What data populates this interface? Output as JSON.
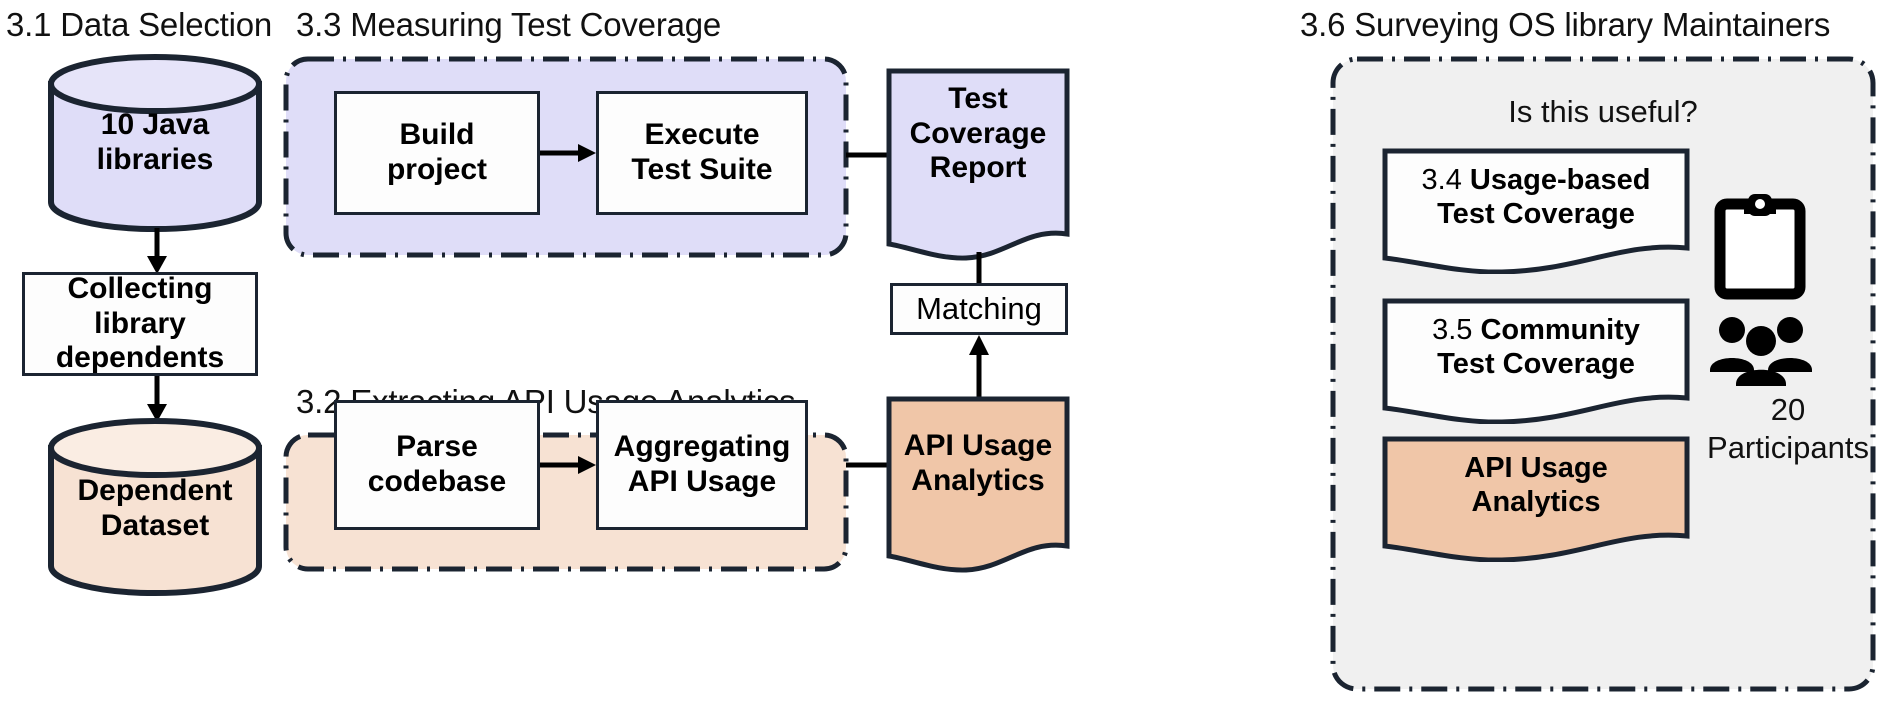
{
  "figure": {
    "type": "methodology-pipeline-diagram",
    "colors": {
      "lavender_fill": "#DFDDF8",
      "peach_fill": "#F7E2D3",
      "orange_fill": "#F0C6A8",
      "grey_panel_fill": "#F0F0F0",
      "stroke_dark": "#1B2431",
      "white_fill": "#FDFDFD",
      "background": "#FFFFFF"
    }
  },
  "sections": {
    "s31": {
      "title": "3.1 Data  Selection"
    },
    "s33": {
      "title": "3.3 Measuring Test Coverage"
    },
    "s32": {
      "title": "3.2 Extracting API Usage Analytics"
    },
    "s36": {
      "title": "3.6 Surveying OS library Maintainers"
    }
  },
  "data_selection": {
    "source_db": {
      "line1": "10 Java",
      "line2": "libraries"
    },
    "process": {
      "line1": "Collecting",
      "line2": "library",
      "line3": "dependents"
    },
    "output_db": {
      "line1": "Dependent",
      "line2": "Dataset"
    }
  },
  "measuring_test_coverage": {
    "step1": {
      "line1": "Build",
      "line2": "project"
    },
    "step2": {
      "line1": "Execute",
      "line2": "Test Suite"
    },
    "artifact": {
      "line1": "Test",
      "line2": "Coverage",
      "line3": "Report"
    }
  },
  "extracting_api_usage": {
    "step1": {
      "line1": "Parse",
      "line2": "codebase"
    },
    "step2": {
      "line1": "Aggregating",
      "line2": "API Usage"
    },
    "artifact": {
      "line1": "API Usage",
      "line2": "Analytics"
    }
  },
  "matching": {
    "label": "Matching"
  },
  "survey": {
    "question": "Is this useful?",
    "card_34": {
      "num": "3.4 ",
      "bold": "Usage-based\nTest Coverage"
    },
    "card_35": {
      "num": "3.5 ",
      "bold": "Community\nTest Coverage"
    },
    "card_api": {
      "line1": "API Usage",
      "line2": "Analytics"
    },
    "participants": {
      "count": "20",
      "label": "Participants"
    },
    "icons": {
      "clipboard": "clipboard-icon",
      "people": "people-group-icon"
    }
  }
}
